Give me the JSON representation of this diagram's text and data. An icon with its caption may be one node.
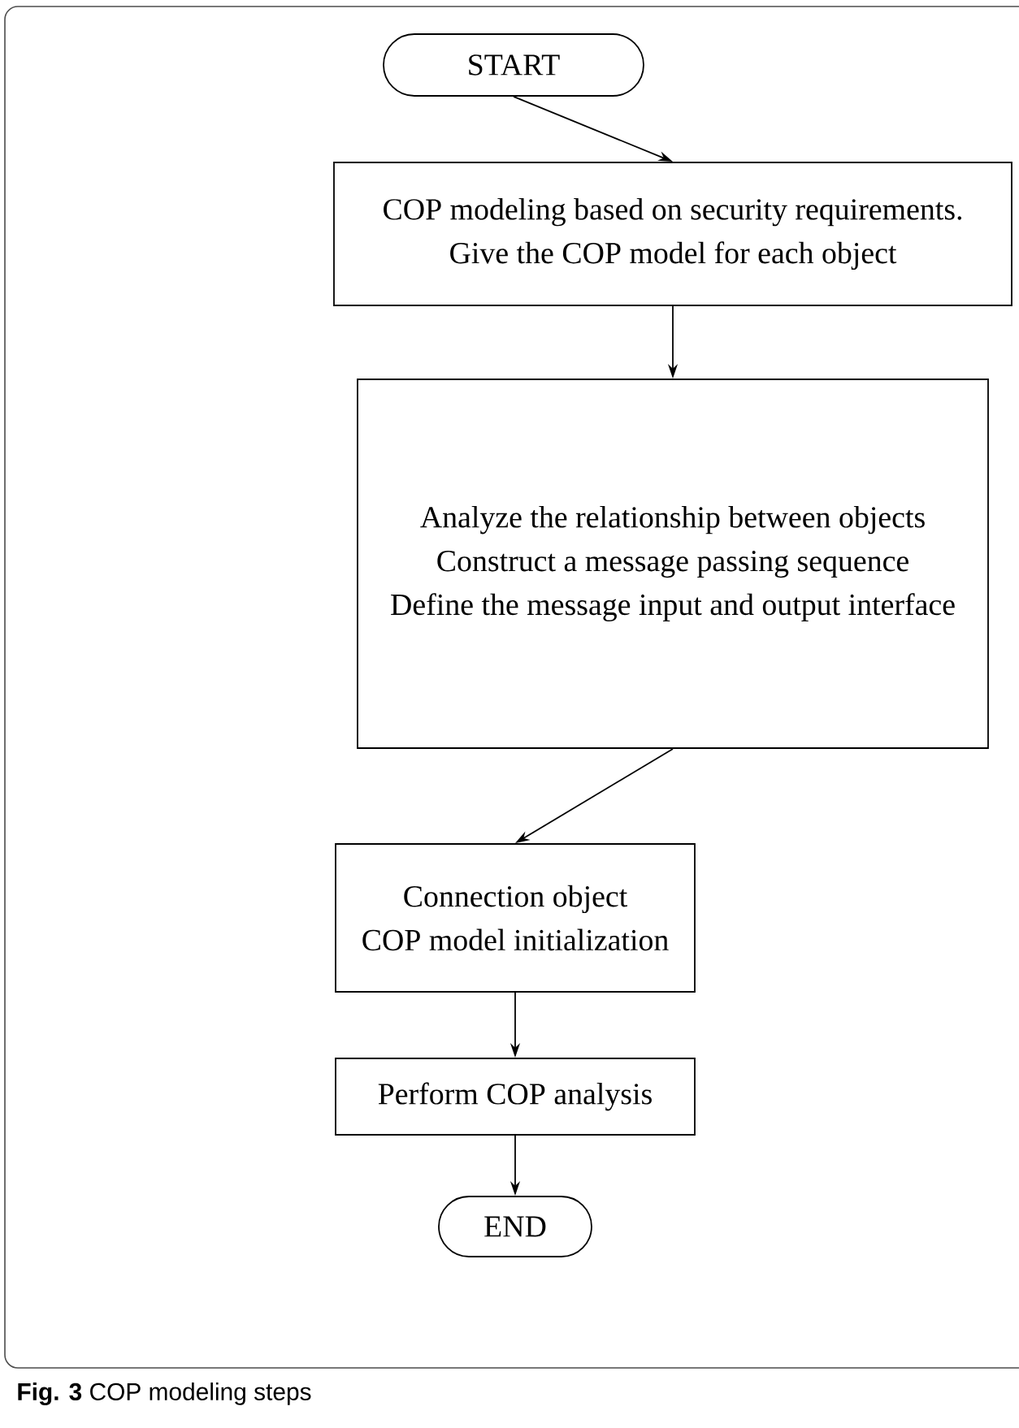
{
  "diagram": {
    "caption": "**Fig. 3** COP modeling steps",
    "nodes": [
      {
        "text": [
          "START"
        ]
      },
      {
        "text": [
          "COP modeling based on security requirements.",
          "Give the COP model for each object"
        ]
      },
      {
        "text": [
          "Analyze the relationship between objects",
          "Construct a message passing sequence",
          "Define the message input and output interface"
        ]
      },
      {
        "text": [
          "Connection object",
          "COP model initialization"
        ]
      },
      {
        "text": [
          "Perform COP analysis"
        ]
      },
      {
        "text": [
          "END"
        ]
      }
    ],
    "edges": [
      {
        "from": 0,
        "to": 1,
        "arrow": "to"
      },
      {
        "from": 1,
        "to": 2,
        "arrow": "to"
      },
      {
        "from": 2,
        "to": 3,
        "arrow": "to"
      },
      {
        "from": 3,
        "to": 4,
        "arrow": "to"
      },
      {
        "from": 4,
        "to": 5,
        "arrow": "to"
      }
    ]
  }
}
